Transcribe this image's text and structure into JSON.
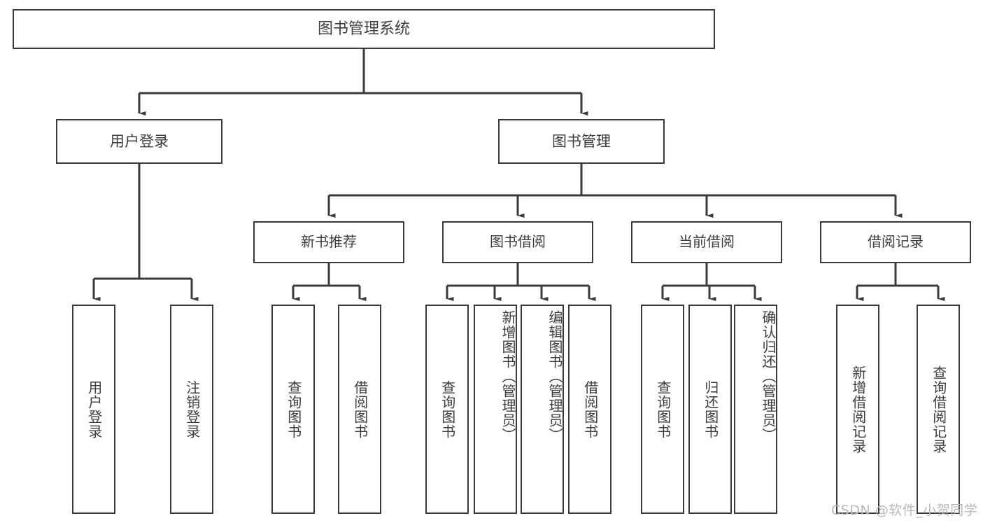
{
  "diagram": {
    "title": "图书管理系统",
    "type": "tree-hierarchy",
    "watermark": "CSDN @软件_小贺同学",
    "colors": {
      "line": "#3a3a3a",
      "box_border": "#3a3a3a",
      "box_fill": "#ffffff",
      "text": "#3d3d3d",
      "watermark": "#b9b9b9",
      "background": "#ffffff"
    },
    "root": {
      "label": "图书管理系统"
    },
    "level2": [
      {
        "label": "用户登录"
      },
      {
        "label": "图书管理"
      }
    ],
    "level3": [
      {
        "label": "新书推荐"
      },
      {
        "label": "图书借阅"
      },
      {
        "label": "当前借阅"
      },
      {
        "label": "借阅记录"
      }
    ],
    "leaves": {
      "user_login": [
        {
          "label": "用户登录"
        },
        {
          "label": "注销登录"
        }
      ],
      "new_book_recommend": [
        {
          "label": "查询图书"
        },
        {
          "label": "借阅图书"
        }
      ],
      "book_borrow": [
        {
          "label": "查询图书"
        },
        {
          "label": "新增图书（管理员）"
        },
        {
          "label": "编辑图书（管理员）"
        },
        {
          "label": "借阅图书"
        }
      ],
      "current_borrow": [
        {
          "label": "查询图书"
        },
        {
          "label": "归还图书"
        },
        {
          "label": "确认归还（管理员）"
        }
      ],
      "borrow_record": [
        {
          "label": "新增借阅记录"
        },
        {
          "label": "查询借阅记录"
        }
      ]
    }
  }
}
